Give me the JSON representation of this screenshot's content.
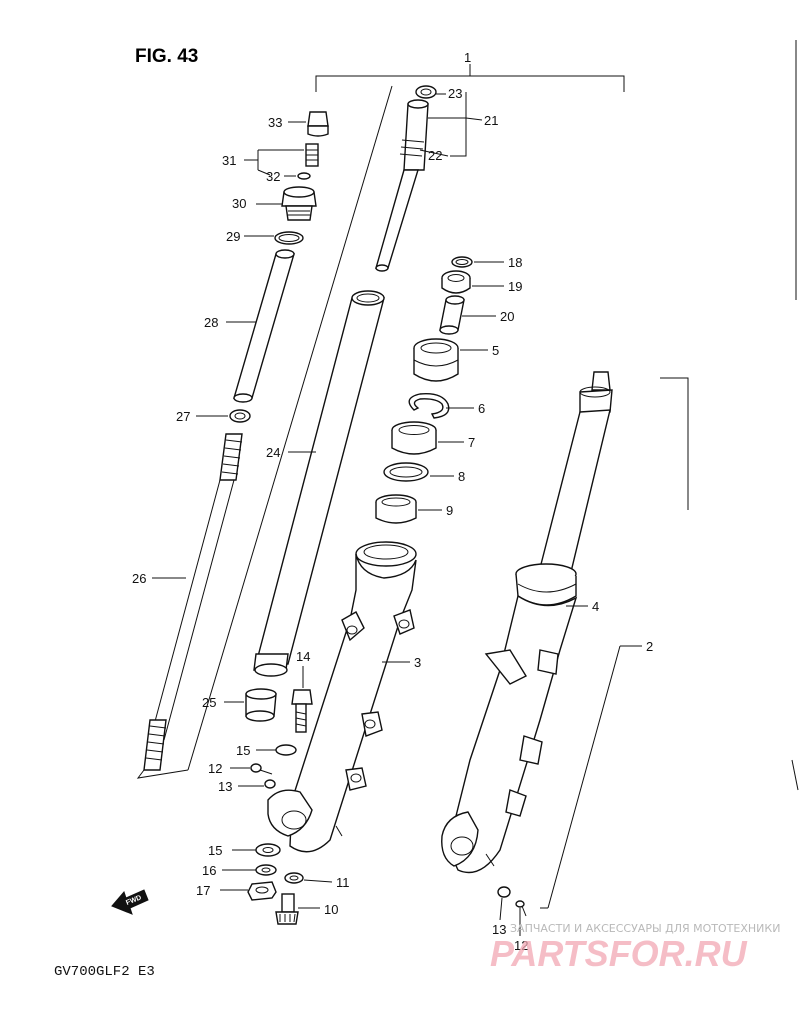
{
  "figure_title": "FIG. 43",
  "model_code": "GV700GLF2  E3",
  "watermark": {
    "tagline": "ЗАПЧАСТИ И АКСЕССУАРЫ ДЛЯ МОТОТЕХНИКИ",
    "brand": "PARTSFOR.RU"
  },
  "fwd_label": "FWD",
  "callouts": {
    "c1": "1",
    "c2": "2",
    "c3": "3",
    "c4": "4",
    "c5": "5",
    "c6": "6",
    "c7": "7",
    "c8": "8",
    "c9": "9",
    "c10": "10",
    "c11": "11",
    "c12a": "12",
    "c12b": "12",
    "c13a": "13",
    "c13b": "13",
    "c14": "14",
    "c15a": "15",
    "c15b": "15",
    "c16": "16",
    "c17": "17",
    "c18": "18",
    "c19": "19",
    "c20": "20",
    "c21": "21",
    "c22": "22",
    "c23": "23",
    "c24": "24",
    "c25": "25",
    "c26": "26",
    "c27": "27",
    "c28": "28",
    "c29": "29",
    "c30": "30",
    "c31": "31",
    "c32": "32",
    "c33": "33"
  }
}
